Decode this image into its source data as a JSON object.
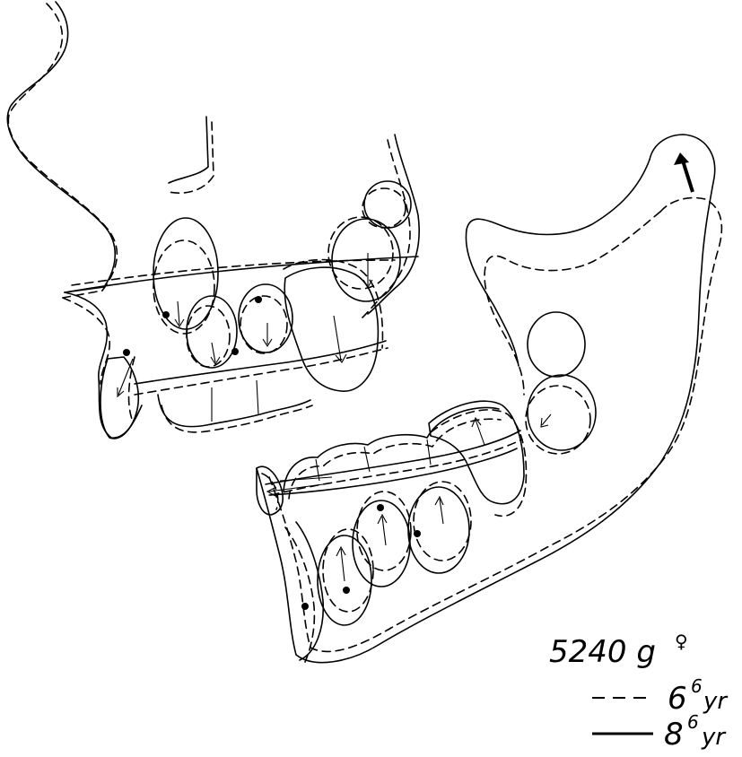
{
  "legend": {
    "specimen": "5240 g",
    "sex_symbol": "♀",
    "dashed_age_main": "6",
    "dashed_age_sup": "6",
    "dashed_age_unit": "yr",
    "solid_age_main": "8",
    "solid_age_sup": "6",
    "solid_age_unit": "yr"
  },
  "colors": {
    "ink": "#000000",
    "paper": "#ffffff"
  }
}
